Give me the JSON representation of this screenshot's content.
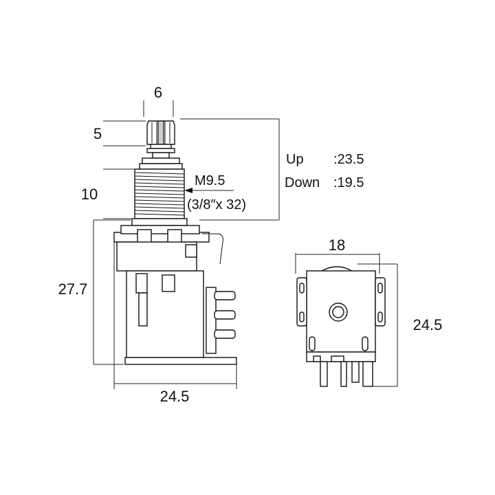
{
  "dimensions": {
    "shaft_width": "6",
    "knurl_height": "5",
    "bushing_height": "10",
    "thread_label": "M9.5",
    "thread_spec": "(3/8″x 32)",
    "body_height": "27.7",
    "body_width": "24.5",
    "rear_width": "18",
    "rear_height": "24.5"
  },
  "travel": {
    "up_label": "Up",
    "up_value": ":23.5",
    "down_label": "Down",
    "down_value": ":19.5"
  }
}
